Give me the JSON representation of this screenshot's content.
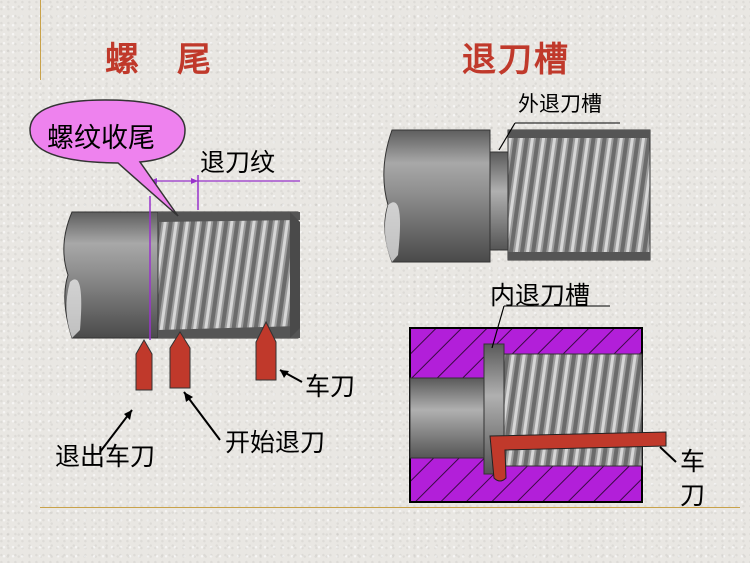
{
  "headings": {
    "left": "螺　尾",
    "right": "退刀槽"
  },
  "labels": {
    "thread_tail": "螺纹收尾",
    "tool_marks": "退刀纹",
    "tool_right": "车刀",
    "start_retract": "开始退刀",
    "retract_tool": "退出车刀",
    "outer_groove": "外退刀槽",
    "inner_groove": "内退刀槽",
    "tool_inner_1": "车",
    "tool_inner_2": "刀"
  },
  "colors": {
    "heading": "#c0392b",
    "tool": "#c0392b",
    "bubble": "#ee82ee",
    "section": "#b21fd9",
    "dimension": "#9933cc",
    "rule": "#c9a24a"
  }
}
